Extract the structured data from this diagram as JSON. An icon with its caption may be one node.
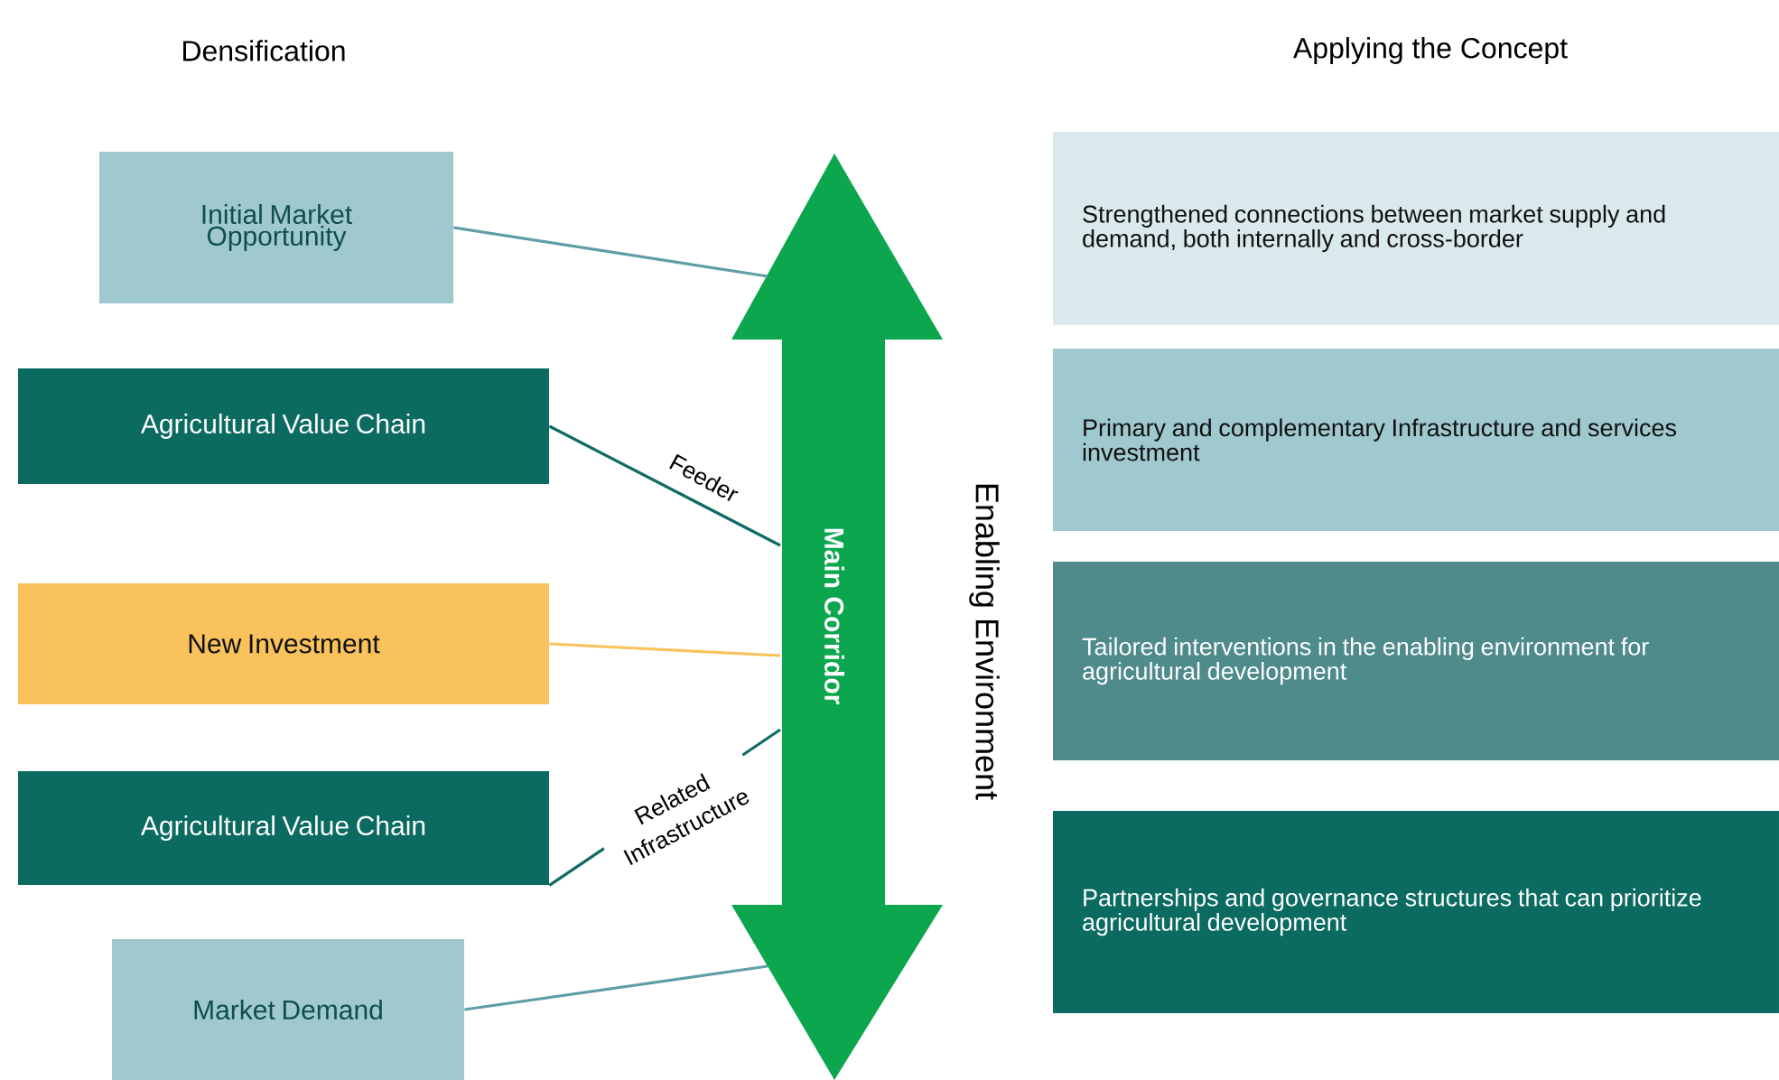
{
  "diagram": {
    "nodes": [
      {
        "text": [
          "Initial Market Opportunity"
        ]
      },
      {
        "text": [
          "Agricultural Value Chain"
        ]
      },
      {
        "text": [
          "New Investment"
        ]
      },
      {
        "text": [
          "Agricultural Value Chain"
        ]
      },
      {
        "text": [
          "Market Demand"
        ]
      },
      {
        "text": [
          "Main Corridor"
        ]
      },
      {
        "text": [
          "Strengthened connections between market supply and demand, both internally and cross-border"
        ]
      },
      {
        "text": [
          "Primary and complementary Infrastructure and services investment"
        ]
      },
      {
        "text": [
          "Tailored interventions in the enabling environment for agricultural development"
        ]
      },
      {
        "text": [
          "Partnerships and governance structures that can prioritize agricultural development"
        ]
      }
    ],
    "edges": [
      {
        "from": 0,
        "to": 5,
        "arrow": "none",
        "color": "#5f9ea6"
      },
      {
        "from": 1,
        "to": 5,
        "arrow": "none",
        "label": "Feeder",
        "color": "#0f6b63"
      },
      {
        "from": 2,
        "to": 5,
        "arrow": "none",
        "color": "#f9c25c"
      },
      {
        "from": 3,
        "to": 5,
        "arrow": "none",
        "label": "Related Infrastructure",
        "color": "#0f6b63"
      },
      {
        "from": 4,
        "to": 5,
        "arrow": "none",
        "color": "#5f9ea6"
      }
    ],
    "labels": [
      "Densification",
      "Applying the Concept",
      "Enabling Environment"
    ]
  }
}
